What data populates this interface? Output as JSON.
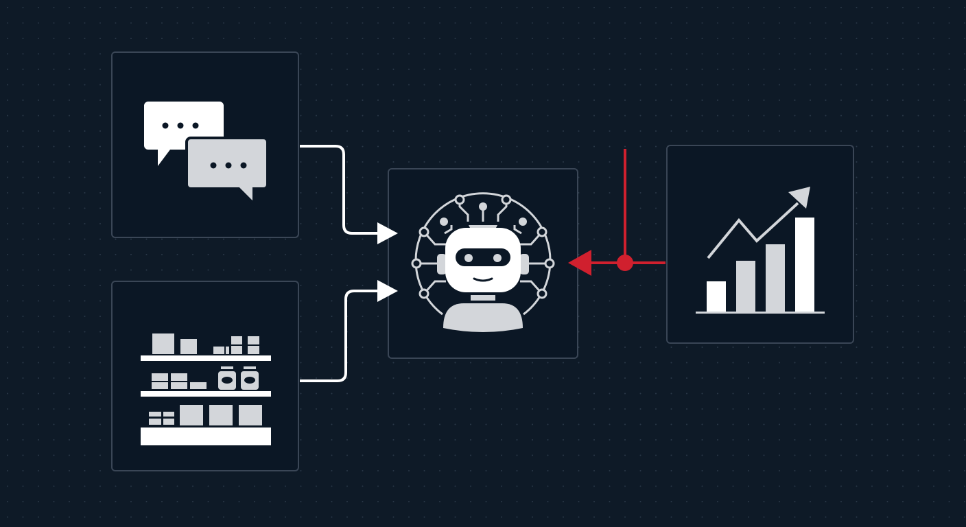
{
  "colors": {
    "background": "#0e1a27",
    "panel": "#0b1725",
    "panel_border": "#3a4656",
    "icon": "#d3d6da",
    "icon_bright": "#ffffff",
    "connector": "#ffffff",
    "accent": "#d0202e"
  },
  "nodes": [
    {
      "id": "chat",
      "icon": "chat-bubbles-icon"
    },
    {
      "id": "inventory",
      "icon": "store-shelves-icon"
    },
    {
      "id": "ai",
      "icon": "robot-neural-network-icon"
    },
    {
      "id": "analytics",
      "icon": "growth-bar-chart-icon"
    }
  ],
  "edges": [
    {
      "from": "chat",
      "to": "ai",
      "color": "connector"
    },
    {
      "from": "inventory",
      "to": "ai",
      "color": "connector"
    },
    {
      "from": "analytics",
      "to": "ai",
      "color": "accent"
    }
  ]
}
